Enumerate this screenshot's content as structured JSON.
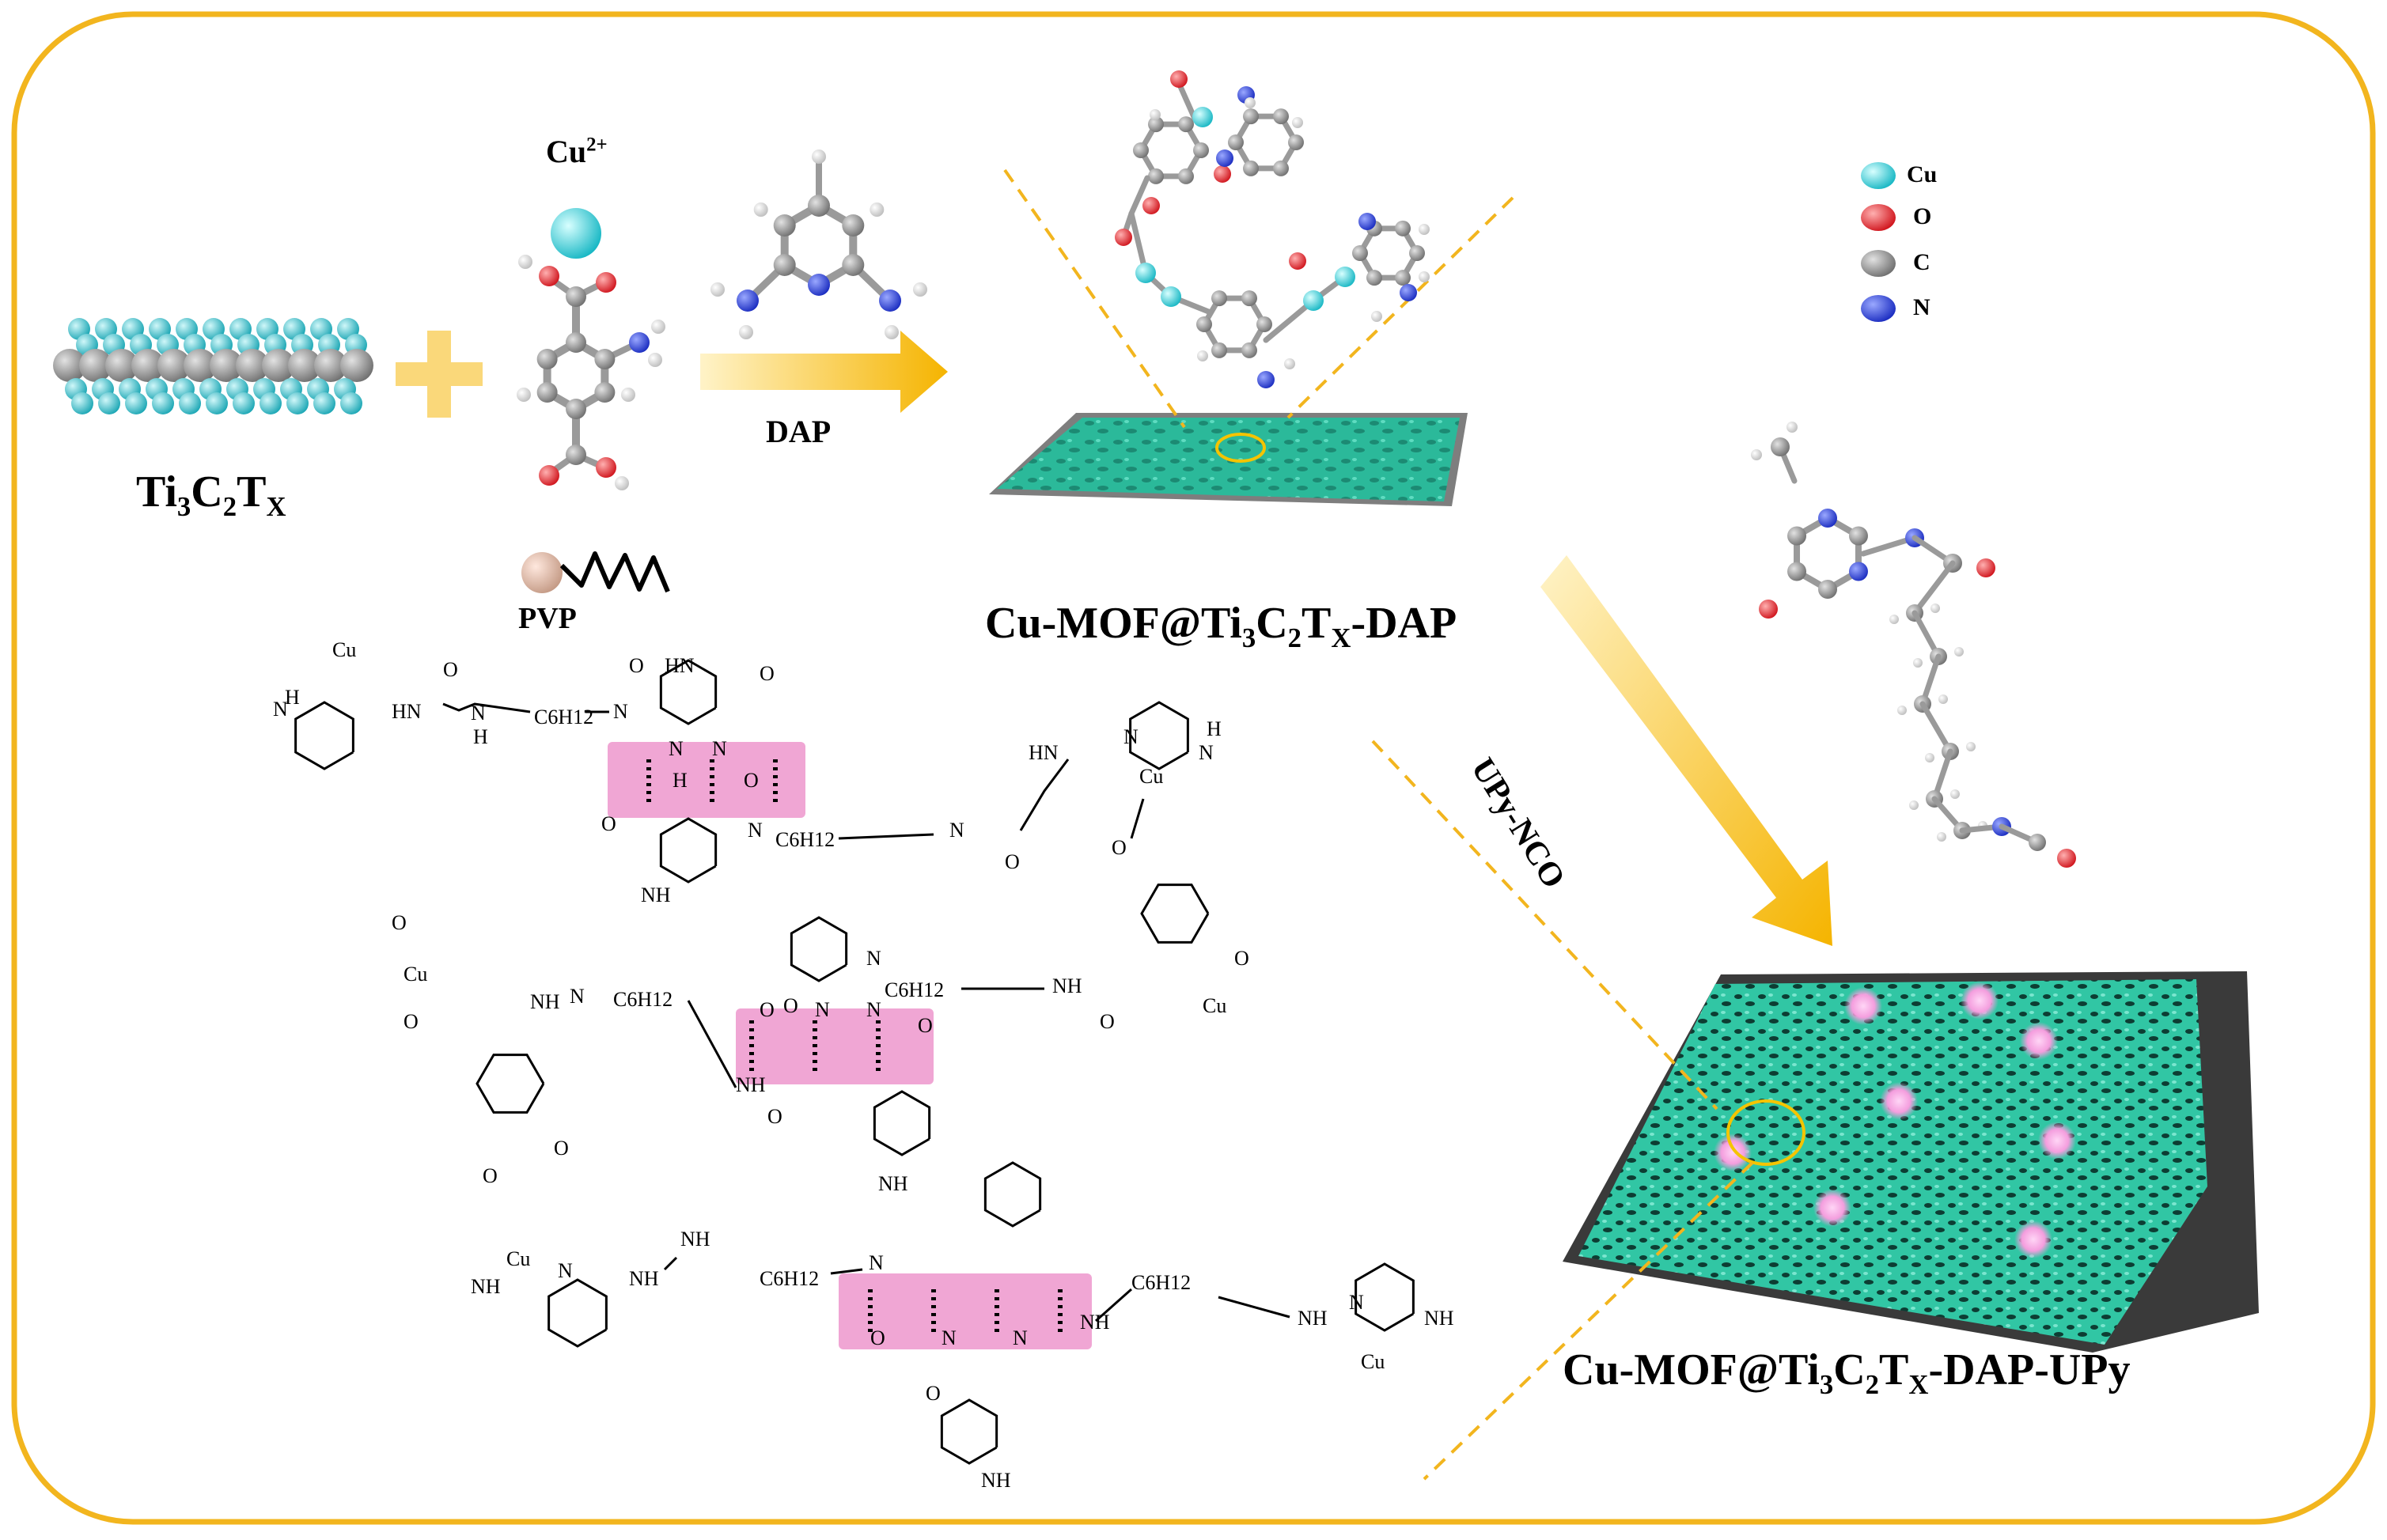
{
  "labels": {
    "ti3c2tx": {
      "a": "Ti",
      "s1": "3",
      "b": "C",
      "s2": "2",
      "c": "T",
      "s3": "X"
    },
    "cu2": {
      "a": "Cu",
      "sup": "2+"
    },
    "pvp": "PVP",
    "dap": "DAP",
    "mof_dap": {
      "a": "Cu-MOF@Ti",
      "s1": "3",
      "b": "C",
      "s2": "2",
      "c": "T",
      "s3": "X",
      "d": "-DAP"
    },
    "upy_nco": "UPy-NCO",
    "mof_dap_upy": {
      "a": "Cu-MOF@Ti",
      "s1": "3",
      "b": "C",
      "s2": "2",
      "c": "T",
      "s3": "X",
      "d": "-DAP-UPy"
    }
  },
  "legend": [
    {
      "element": "Cu",
      "color": "#2fd3d8"
    },
    {
      "element": "O",
      "color": "#e8202a"
    },
    {
      "element": "C",
      "color": "#808080"
    },
    {
      "element": "N",
      "color": "#1e34c8"
    }
  ],
  "chem_text": {
    "cu": "Cu",
    "hn": "HN",
    "nh": "NH",
    "n": "N",
    "h": "H",
    "o": "O",
    "c6h12": "C6H12"
  },
  "colors": {
    "frame": "#f2b51e",
    "arrow": "#f5b400",
    "mof_surface": "#2bb99a",
    "hbond_box": "#f0a6d4",
    "dots": "#f4a0dc"
  }
}
